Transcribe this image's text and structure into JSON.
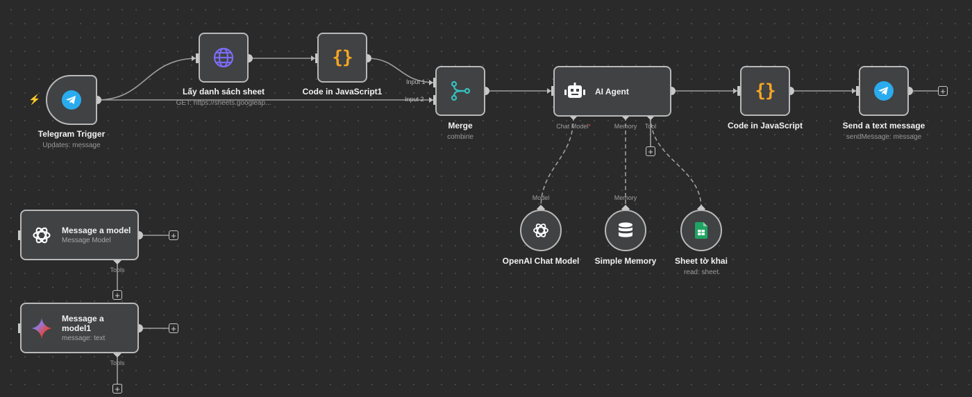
{
  "canvas": {
    "background": "#2a2a2a",
    "node_border": "#b9b9b9",
    "node_fill": "#414244"
  },
  "nodes": {
    "telegram_trigger": {
      "title": "Telegram Trigger",
      "subtitle": "Updates: message",
      "icon": "telegram-icon"
    },
    "get_sheet": {
      "title": "Lấy danh sách sheet",
      "subtitle": "GET: https://sheets.googleap...",
      "icon": "globe-icon"
    },
    "code1": {
      "title": "Code in JavaScript1",
      "icon": "curly-braces-icon",
      "glyph": "{}"
    },
    "merge": {
      "title": "Merge",
      "subtitle": "combine",
      "icon": "merge-icon",
      "input1": "Input 1",
      "input2": "Input 2"
    },
    "ai_agent": {
      "title": "AI Agent",
      "icon": "robot-icon",
      "port_chat_model": "Chat Model",
      "required_mark": "*",
      "port_memory": "Memory",
      "port_tool": "Tool"
    },
    "code2": {
      "title": "Code in JavaScript",
      "icon": "curly-braces-icon",
      "glyph": "{}"
    },
    "send_message": {
      "title": "Send a text message",
      "subtitle": "sendMessage: message",
      "icon": "telegram-icon"
    },
    "openai_chat_model": {
      "title": "OpenAI Chat Model",
      "port": "Model",
      "icon": "openai-icon"
    },
    "simple_memory": {
      "title": "Simple Memory",
      "port": "Memory",
      "icon": "database-icon"
    },
    "sheet_to_khai": {
      "title": "Sheet tờ khai",
      "subtitle": "read: sheet",
      "icon": "google-sheets-icon"
    },
    "message_model": {
      "title": "Message a model",
      "subtitle": "Message Model",
      "port": "Tools",
      "icon": "openai-icon"
    },
    "message_model1": {
      "title": "Message a model1",
      "subtitle": "message: text",
      "port": "Tools",
      "icon": "gemini-icon"
    }
  },
  "add_button": "+",
  "colors": {
    "telegram": "#2aabee",
    "globe": "#7b6cf6",
    "code": "#f5a623",
    "merge": "#35c2c2",
    "sheets": "#1fa463",
    "trigger_bolt": "#e84c3d"
  }
}
